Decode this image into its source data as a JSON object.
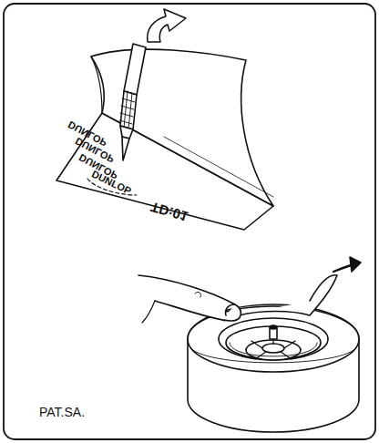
{
  "diagram": {
    "labels": [
      "DUNLOP",
      "DUNLOP",
      "DUNLOP",
      "DUNLOP",
      "TD:01",
      "PAT.SA."
    ]
  }
}
